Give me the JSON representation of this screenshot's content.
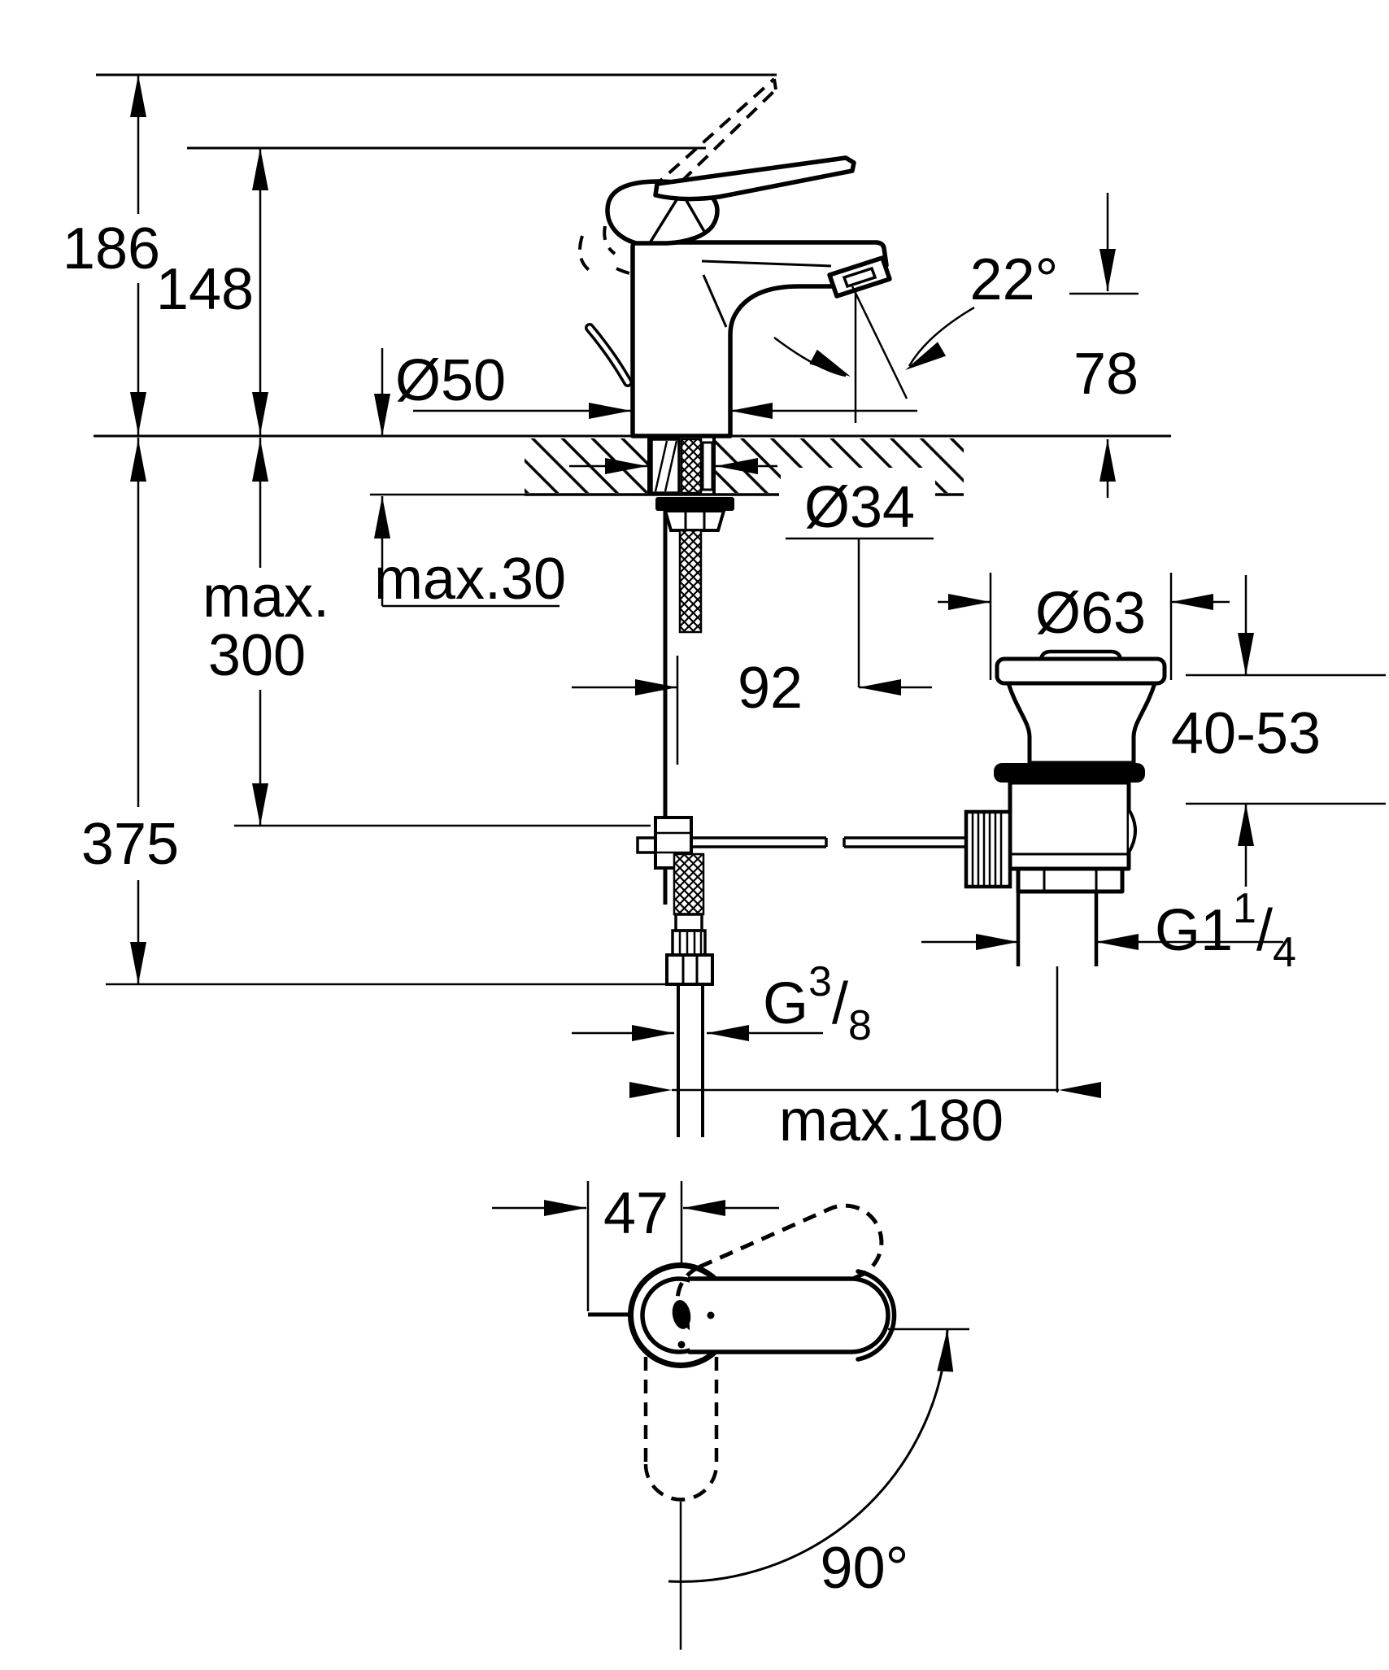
{
  "meta": {
    "title": "Single-lever basin mixer — installation dimension drawing",
    "units": "mm",
    "line_color": "#000000",
    "background_color": "#ffffff",
    "views": [
      "side-elevation",
      "top-view"
    ]
  },
  "labels": {
    "height_total": "186",
    "height_lever": "148",
    "height_below": "375",
    "max_word": "max.",
    "max_value": "300",
    "deck_thickness": "max.30",
    "base_diameter": "Ø50",
    "hole_diameter": "Ø34",
    "spout_reach": "92",
    "spout_angle": "22°",
    "spout_height": "78",
    "waste_diameter": "Ø63",
    "waste_range": "40-53",
    "waste_thread": {
      "base": "G1",
      "sup": "1",
      "slash": "/",
      "sub": "4"
    },
    "supply_thread": {
      "base": "G",
      "sup": "3",
      "slash": "/",
      "sub": "8"
    },
    "max_offset": "max.180",
    "handle_offset": "47",
    "swivel_angle": "90°"
  }
}
